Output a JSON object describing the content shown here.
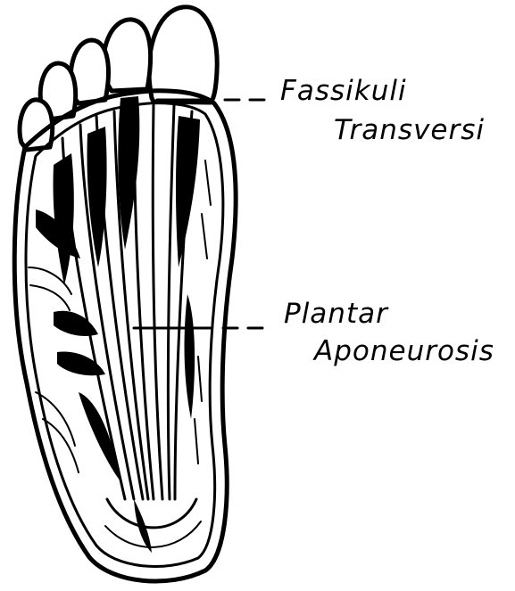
{
  "labels": {
    "fassikuli_line1": "Fassikuli",
    "fassikuli_line2": "Transversi",
    "plantar_line1": "Plantar",
    "plantar_line2": "Aponeurosis"
  },
  "colors": {
    "ink": "#000000",
    "paper": "#ffffff"
  }
}
